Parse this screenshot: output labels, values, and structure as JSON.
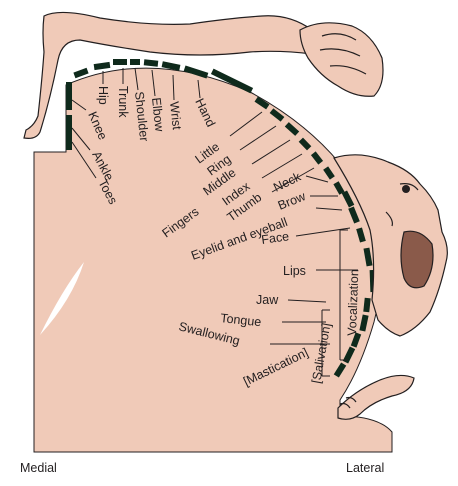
{
  "labels": {
    "hip": "Hip",
    "trunk": "Trunk",
    "shoulder": "Shoulder",
    "elbow": "Elbow",
    "wrist": "Wrist",
    "hand": "Hand",
    "knee": "Knee",
    "ankle": "Ankle",
    "toes": "Toes",
    "little": "Little",
    "ring": "Ring",
    "middle": "Middle",
    "index": "Index",
    "thumb": "Thumb",
    "fingers": "Fingers",
    "neck": "Neck",
    "brow": "Brow",
    "eyelid": "Eyelid and eyeball",
    "face": "Face",
    "lips": "Lips",
    "jaw": "Jaw",
    "tongue": "Tongue",
    "swallowing": "Swallowing",
    "mastication": "[Mastication]",
    "salivation": "[Salivation]",
    "vocalization": "Vocalization"
  },
  "footer": {
    "left": "Medial",
    "right": "Lateral"
  },
  "colors": {
    "tissue": "#f0cab8",
    "outline": "#231f20",
    "strip": "#0f2a1c",
    "highlight": "#ffffff"
  }
}
